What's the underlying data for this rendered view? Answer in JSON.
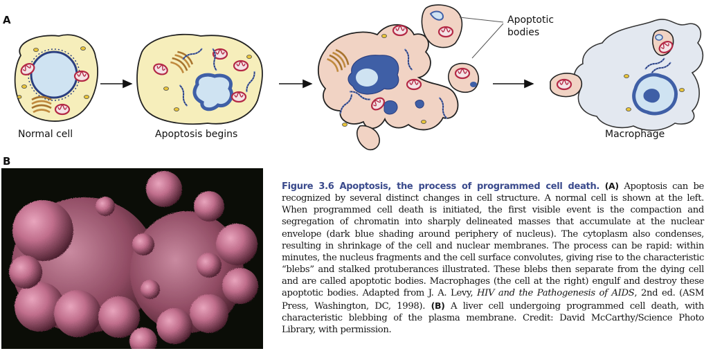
{
  "panel_a": {
    "letter": "A",
    "labels": {
      "normal_cell": "Normal cell",
      "apoptosis_begins": "Apoptosis begins",
      "apoptotic_bodies": "Apoptotic\nbodies",
      "macrophage": "Macrophage"
    }
  },
  "panel_b": {
    "letter": "B"
  },
  "caption": {
    "title": "Figure 3.6  Apoptosis, the process of programmed cell death.",
    "a_marker": "(A)",
    "a_text": " Apoptosis can be recognized by several distinct changes in cell structure. A normal cell is shown at the left. When programmed cell death is initiated, the first visible event is the compaction and segregation of chromatin into sharply delineated masses that accumulate at the nuclear envelope (dark blue shading around periphery of nucleus). The cytoplasm also condenses, resulting in shrinkage of the cell and nuclear membranes. The process can be rapid: within minutes, the nucleus fragments and the cell surface convolutes, giving rise to the characteristic “blebs” and stalked protuberances illustrated. These blebs then separate from the dying cell and are called apoptotic bodies. Macrophages (the cell at the right) engulf and destroy these apoptotic bodies. Adapted from J. A. Levy, ",
    "book_title": "HIV and the Pathogenesis of AIDS",
    "a_text_end": ", 2nd ed. (ASM Press, Washington, DC, 1998). ",
    "b_marker": "(B)",
    "b_text": " A liver cell undergoing programmed cell death, with characteristic blebbing of the plasma membrane. Credit: David McCarthy/Science Photo Library, with permission."
  },
  "colors": {
    "cytoplasm_normal": "#f6eebb",
    "cytoplasm_apoptotic": "#f1d3c4",
    "macrophage": "#e3e8f0",
    "nucleus_light": "#cfe3f2",
    "chromatin_dark": "#3f5fa6",
    "mitochondria": "#c0304a",
    "golgi": "#b98338",
    "caption_title": "#3a4a8c",
    "sem_background": "#0b0d07",
    "sem_cell": "#b66482"
  }
}
